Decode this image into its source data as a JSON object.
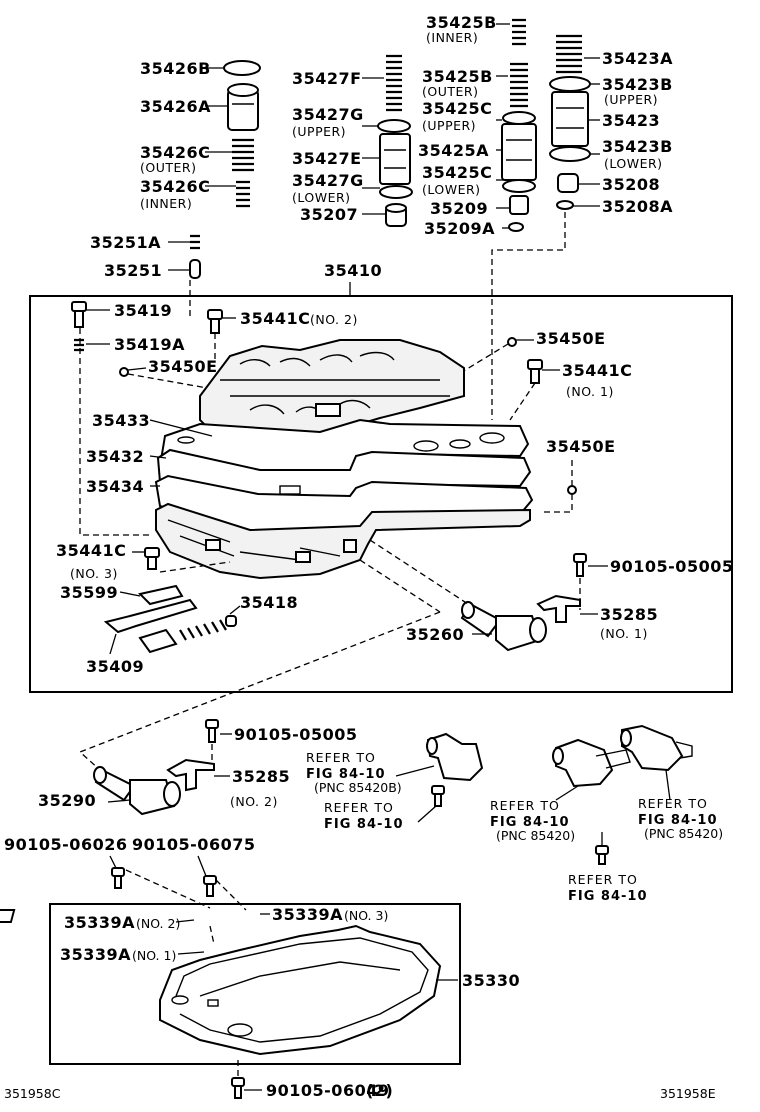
{
  "parts": {
    "p35425B": "35425B",
    "p35425B_note": "(INNER)",
    "p35426B": "35426B",
    "p35427F": "35427F",
    "p35425B_2": "35425B",
    "p35425B_2_note": "(OUTER)",
    "p35423A": "35423A",
    "p35423B_1": "35423B",
    "p35423B_1_note": "(UPPER)",
    "p35426A": "35426A",
    "p35427G_1": "35427G",
    "p35427G_1_note": "(UPPER)",
    "p35425C_1": "35425C",
    "p35425C_1_note": "(UPPER)",
    "p35423": "35423",
    "p35426C_1": "35426C",
    "p35426C_1_note": "(OUTER)",
    "p35427E": "35427E",
    "p35425A": "35425A",
    "p35423B_2": "35423B",
    "p35423B_2_note": "(LOWER)",
    "p35426C_2": "35426C",
    "p35426C_2_note": "(INNER)",
    "p35427G_2": "35427G",
    "p35427G_2_note": "(LOWER)",
    "p35425C_2": "35425C",
    "p35425C_2_note": "(LOWER)",
    "p35208": "35208",
    "p35207": "35207",
    "p35209": "35209",
    "p35208A": "35208A",
    "p35209A": "35209A",
    "p35251A": "35251A",
    "p35251": "35251",
    "p35410": "35410",
    "p35419": "35419",
    "p35441C_no2": "35441C",
    "p35441C_no2_note": "(NO. 2)",
    "p35450E_1": "35450E",
    "p35419A": "35419A",
    "p35441C_no1": "35441C",
    "p35441C_no1_note": "(NO. 1)",
    "p35450E_2": "35450E",
    "p35433": "35433",
    "p35450E_3": "35450E",
    "p35432": "35432",
    "p35434": "35434",
    "p35441C_no3": "35441C",
    "p35441C_no3_note": "(NO. 3)",
    "p90105_05005_1": "90105-05005",
    "p35599": "35599",
    "p35418": "35418",
    "p35285_no1": "35285",
    "p35285_no1_note": "(NO. 1)",
    "p35260": "35260",
    "p35409": "35409",
    "p90105_05005_2": "90105-05005",
    "p35285_no2": "35285",
    "p35285_no2_note": "(NO. 2)",
    "p35290": "35290",
    "p90105_06026": "90105-06026",
    "p90105_06075": "90105-06075",
    "p35339A_no2": "35339A",
    "p35339A_no2_note": "(NO. 2)",
    "p35339A_no3": "35339A",
    "p35339A_no3_note": "(NO. 3)",
    "p35339A_no1": "35339A",
    "p35339A_no1_note": "(NO. 1)",
    "p35330": "35330",
    "p90105_06049": "90105-06049",
    "p90105_06049_qty": "(2)"
  },
  "refs": {
    "r1_line1": "REFER TO",
    "r1_line2": "FIG 84-10",
    "r1_line3": "(PNC 85420B)",
    "r2_line1": "REFER TO",
    "r2_line2": "FIG 84-10",
    "r3_line1": "REFER TO",
    "r3_line2": "FIG 84-10",
    "r3_line3": "(PNC 85420)",
    "r4_line1": "REFER TO",
    "r4_line2": "FIG 84-10",
    "r4_line3": "(PNC 85420)",
    "r5_line1": "REFER TO",
    "r5_line2": "FIG 84-10"
  },
  "footer": {
    "left_code": "351958C",
    "right_code": "351958E"
  }
}
